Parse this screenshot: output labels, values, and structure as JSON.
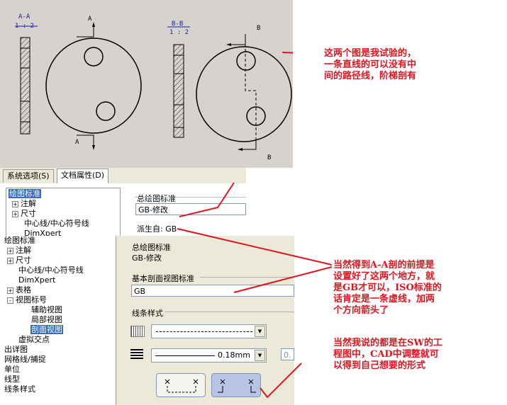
{
  "drawing": {
    "view_aa": {
      "label": "A-A",
      "scale": "1 : 2",
      "arrow_top": "A",
      "arrow_bottom": "A"
    },
    "view_bb": {
      "label": "B-B",
      "scale": "1 : 2",
      "arrow_top": "B",
      "arrow_bottom": "B"
    }
  },
  "tabs": [
    {
      "label": "系统选项(S)",
      "active": false
    },
    {
      "label": "文档属性(D)",
      "active": true
    }
  ],
  "tree_top": [
    {
      "label": "绘图标准",
      "selected": true,
      "expander": ""
    },
    {
      "label": "注解",
      "expander": "+"
    },
    {
      "label": "尺寸",
      "expander": "+"
    },
    {
      "label": "中心线/中心符号线",
      "expander": ""
    },
    {
      "label": "DimXpert",
      "expander": ""
    }
  ],
  "overall_standard": {
    "group_label": "总绘图标准",
    "value": "GB-修改",
    "derived_label": "派生自: GB"
  },
  "tree_left": [
    {
      "label": "绘图标准",
      "expander": ""
    },
    {
      "label": "注解",
      "expander": "+"
    },
    {
      "label": "尺寸",
      "expander": "+"
    },
    {
      "label": "中心线/中心符号线",
      "expander": ""
    },
    {
      "label": "DimXpert",
      "expander": ""
    },
    {
      "label": "表格",
      "expander": "+"
    },
    {
      "label": "视图标号",
      "expander": "-"
    },
    {
      "label": "辅助视图",
      "expander": ""
    },
    {
      "label": "局部视图",
      "expander": ""
    },
    {
      "label": "剖面视图",
      "expander": "",
      "selected": true
    },
    {
      "label": "虚拟交点",
      "expander": ""
    },
    {
      "label": "出详图",
      "expander": ""
    },
    {
      "label": "网格线/捕捉",
      "expander": ""
    },
    {
      "label": "单位",
      "expander": ""
    },
    {
      "label": "线型",
      "expander": ""
    },
    {
      "label": "线条样式",
      "expander": ""
    }
  ],
  "section_panel": {
    "overall_label": "总绘图标准",
    "overall_value": "GB-修改",
    "base_label": "基本剖面视图标准",
    "base_value": "GB",
    "line_style_label": "线条样式",
    "line_weight": "0.18mm",
    "weight_side_value": "0."
  },
  "annotations": {
    "a1": [
      "这两个图是我试验的，",
      "一条直线的可以没有中",
      "间的路径线，阶梯剖有"
    ],
    "a2": [
      "当然得到A-A剖的前提是",
      "设置好了这两个地方，就",
      "是GB才可以，ISO标准的",
      "话肯定是一条虚线，加两",
      "个方向箭头了"
    ],
    "a3": [
      "当然我说的都是在SW的工",
      "程图中，CAD中调整就可",
      "以得到自己想要的形式"
    ]
  },
  "colors": {
    "annotation": "#e0141e",
    "selection": "#316ac5",
    "panel": "#ece9d8",
    "drawing_bg": "#d6d3ce"
  }
}
